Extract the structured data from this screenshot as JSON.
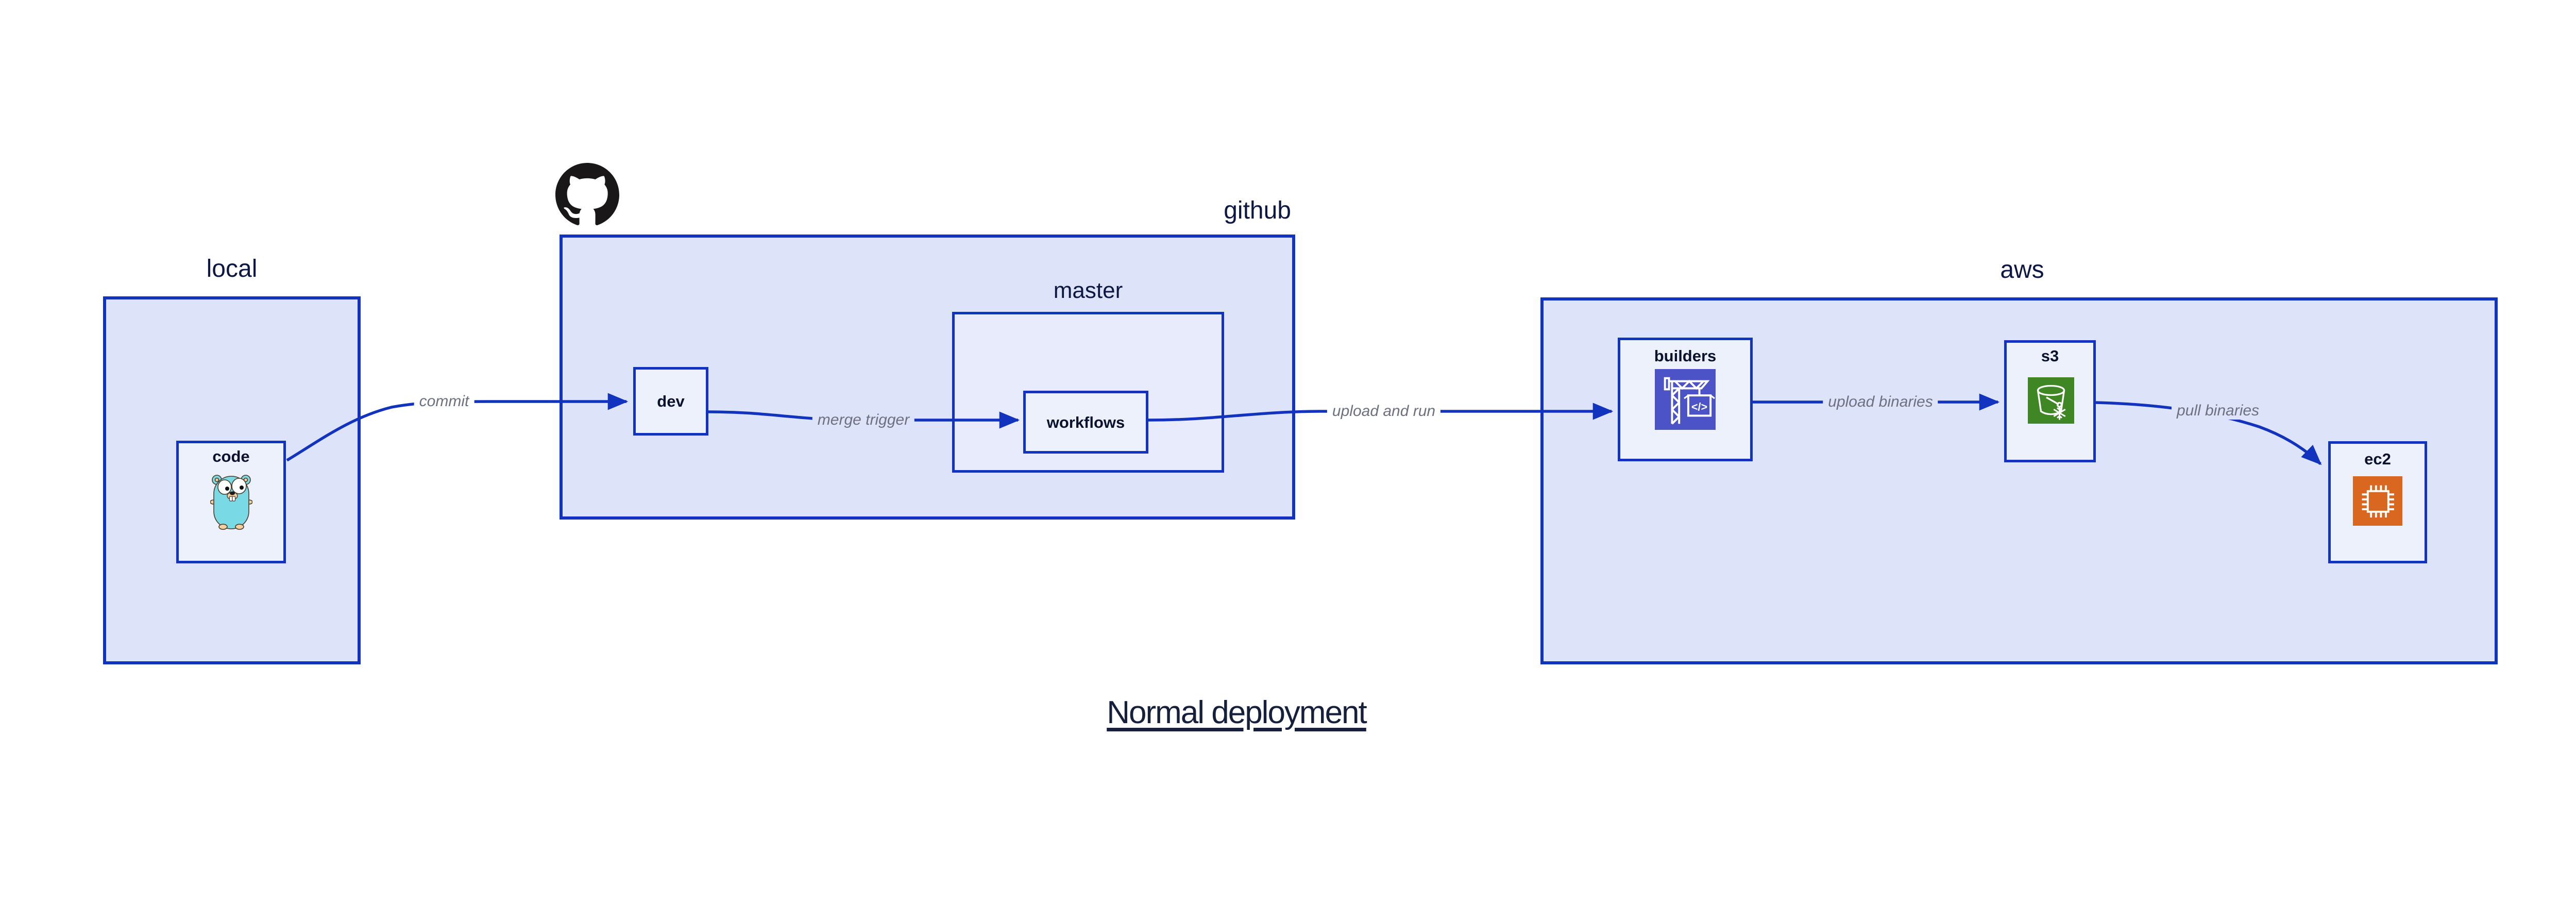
{
  "title": {
    "text": "Normal deployment"
  },
  "containers": {
    "local": {
      "label": "local"
    },
    "github": {
      "label": "github"
    },
    "master": {
      "label": "master"
    },
    "aws": {
      "label": "aws"
    }
  },
  "nodes": {
    "code": {
      "label": "code"
    },
    "dev": {
      "label": "dev"
    },
    "workflows": {
      "label": "workflows"
    },
    "builders": {
      "label": "builders"
    },
    "s3": {
      "label": "s3"
    },
    "ec2": {
      "label": "ec2"
    }
  },
  "edges": {
    "commit": {
      "label": "commit"
    },
    "merge_trigger": {
      "label": "merge trigger"
    },
    "upload_and_run": {
      "label": "upload and run"
    },
    "upload_binaries": {
      "label": "upload binaries"
    },
    "pull_binaries": {
      "label": "pull binaries"
    }
  },
  "icons": {
    "github_logo": "github-octocat-icon",
    "code_mascot": "go-gopher-icon",
    "builders": "aws-codebuild-crane-icon",
    "s3": "aws-s3-glacier-bucket-icon",
    "ec2": "aws-ec2-chip-icon"
  },
  "colors": {
    "edge_blue": "#1233bd",
    "container_fill": "#dde4f9",
    "master_fill": "#e7ebfb",
    "node_fill": "#edf1fc",
    "container_label": "#0c1843",
    "node_label": "#0a122e",
    "edge_label": "#6d7080",
    "title_color": "#16203c",
    "codebuild_bg": "#4b53c7",
    "s3_bg": "#3f8624",
    "ec2_bg": "#d9671f",
    "octocat": "#191717",
    "gopher_body": "#79d9e4"
  }
}
